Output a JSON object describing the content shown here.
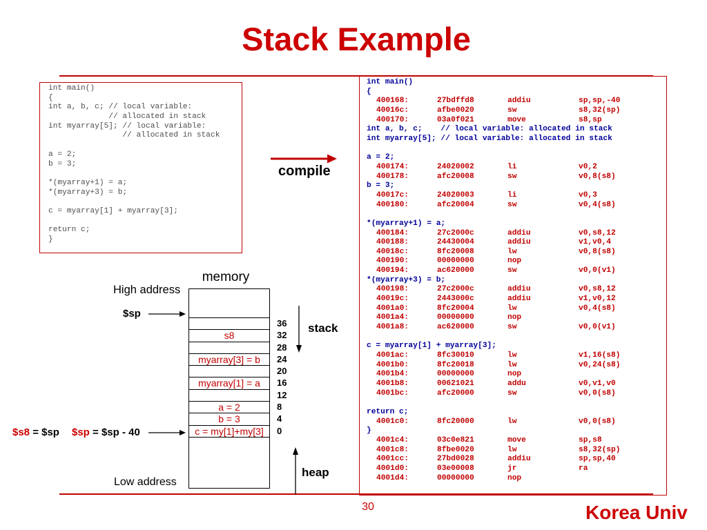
{
  "slide": {
    "title": "Stack Example",
    "page_number": "30",
    "brand": "Korea Univ"
  },
  "colors": {
    "accent_red": "#cc0000",
    "code_red": "#c00000",
    "source_blue": "#000099",
    "source_gray": "#4d4d4d"
  },
  "c_source": {
    "lines": [
      "int main()",
      "{",
      "int a, b, c; // local variable:",
      "             // allocated in stack",
      "int myarray[5]; // local variable:",
      "                // allocated in stack",
      "",
      "a = 2;",
      "b = 3;",
      "",
      "*(myarray+1) = a;",
      "*(myarray+3) = b;",
      "",
      "c = myarray[1] + myarray[3];",
      "",
      "return c;",
      "}"
    ]
  },
  "compile_label": "compile",
  "disassembly": {
    "lines": [
      {
        "text": "int main()"
      },
      {
        "text": "{"
      },
      {
        "addr": "400168:",
        "hex": "27bdffd8",
        "op": "addiu",
        "args": "sp,sp,-40"
      },
      {
        "addr": "40016c:",
        "hex": "afbe0020",
        "op": "sw",
        "args": "s8,32(sp)"
      },
      {
        "addr": "400170:",
        "hex": "03a0f021",
        "op": "move",
        "args": "s8,sp"
      },
      {
        "text": "int a, b, c;    // local variable: allocated in stack"
      },
      {
        "text": "int myarray[5]; // local variable: allocated in stack"
      },
      {
        "text": ""
      },
      {
        "text": "a = 2;"
      },
      {
        "addr": "400174:",
        "hex": "24020002",
        "op": "li",
        "args": "v0,2"
      },
      {
        "addr": "400178:",
        "hex": "afc20008",
        "op": "sw",
        "args": "v0,8(s8)"
      },
      {
        "text": "b = 3;"
      },
      {
        "addr": "40017c:",
        "hex": "24020003",
        "op": "li",
        "args": "v0,3"
      },
      {
        "addr": "400180:",
        "hex": "afc20004",
        "op": "sw",
        "args": "v0,4(s8)"
      },
      {
        "text": ""
      },
      {
        "text": "*(myarray+1) = a;"
      },
      {
        "addr": "400184:",
        "hex": "27c2000c",
        "op": "addiu",
        "args": "v0,s8,12"
      },
      {
        "addr": "400188:",
        "hex": "24430004",
        "op": "addiu",
        "args": "v1,v0,4"
      },
      {
        "addr": "40018c:",
        "hex": "8fc20008",
        "op": "lw",
        "args": "v0,8(s8)"
      },
      {
        "addr": "400190:",
        "hex": "00000000",
        "op": "nop",
        "args": ""
      },
      {
        "addr": "400194:",
        "hex": "ac620000",
        "op": "sw",
        "args": "v0,0(v1)"
      },
      {
        "text": "*(myarray+3) = b;"
      },
      {
        "addr": "400198:",
        "hex": "27c2000c",
        "op": "addiu",
        "args": "v0,s8,12"
      },
      {
        "addr": "40019c:",
        "hex": "2443000c",
        "op": "addiu",
        "args": "v1,v0,12"
      },
      {
        "addr": "4001a0:",
        "hex": "8fc20004",
        "op": "lw",
        "args": "v0,4(s8)"
      },
      {
        "addr": "4001a4:",
        "hex": "00000000",
        "op": "nop",
        "args": ""
      },
      {
        "addr": "4001a8:",
        "hex": "ac620000",
        "op": "sw",
        "args": "v0,0(v1)"
      },
      {
        "text": ""
      },
      {
        "text": "c = myarray[1] + myarray[3];"
      },
      {
        "addr": "4001ac:",
        "hex": "8fc30010",
        "op": "lw",
        "args": "v1,16(s8)"
      },
      {
        "addr": "4001b0:",
        "hex": "8fc20018",
        "op": "lw",
        "args": "v0,24(s8)"
      },
      {
        "addr": "4001b4:",
        "hex": "00000000",
        "op": "nop",
        "args": ""
      },
      {
        "addr": "4001b8:",
        "hex": "00621021",
        "op": "addu",
        "args": "v0,v1,v0"
      },
      {
        "addr": "4001bc:",
        "hex": "afc20000",
        "op": "sw",
        "args": "v0,0(s8)"
      },
      {
        "text": ""
      },
      {
        "text": "return c;"
      },
      {
        "addr": "4001c0:",
        "hex": "8fc20000",
        "op": "lw",
        "args": "v0,0(s8)"
      },
      {
        "text": "}"
      },
      {
        "addr": "4001c4:",
        "hex": "03c0e821",
        "op": "move",
        "args": "sp,s8"
      },
      {
        "addr": "4001c8:",
        "hex": "8fbe0020",
        "op": "lw",
        "args": "s8,32(sp)"
      },
      {
        "addr": "4001cc:",
        "hex": "27bd0028",
        "op": "addiu",
        "args": "sp,sp,40"
      },
      {
        "addr": "4001d0:",
        "hex": "03e00008",
        "op": "jr",
        "args": "ra"
      },
      {
        "addr": "4001d4:",
        "hex": "00000000",
        "op": "nop",
        "args": ""
      }
    ]
  },
  "memory": {
    "title": "memory",
    "high_address_label": "High address",
    "low_address_label": "Low address",
    "sp_label": "$sp",
    "stack_label": "stack",
    "heap_label": "heap",
    "slots": [
      {
        "offset": "36",
        "label": ""
      },
      {
        "offset": "32",
        "label": "s8"
      },
      {
        "offset": "28",
        "label": ""
      },
      {
        "offset": "24",
        "label": "myarray[3] = b"
      },
      {
        "offset": "20",
        "label": ""
      },
      {
        "offset": "16",
        "label": "myarray[1] = a"
      },
      {
        "offset": "12",
        "label": ""
      },
      {
        "offset": "8",
        "label": "a = 2"
      },
      {
        "offset": "4",
        "label": "b = 3"
      },
      {
        "offset": "0",
        "label": "c = my[1]+my[3]"
      }
    ],
    "frame_note": {
      "s8_reg": "$s8",
      "s8_rest": " = $sp",
      "sp_reg": "$sp",
      "sp_rest": " = $sp - 40"
    }
  }
}
